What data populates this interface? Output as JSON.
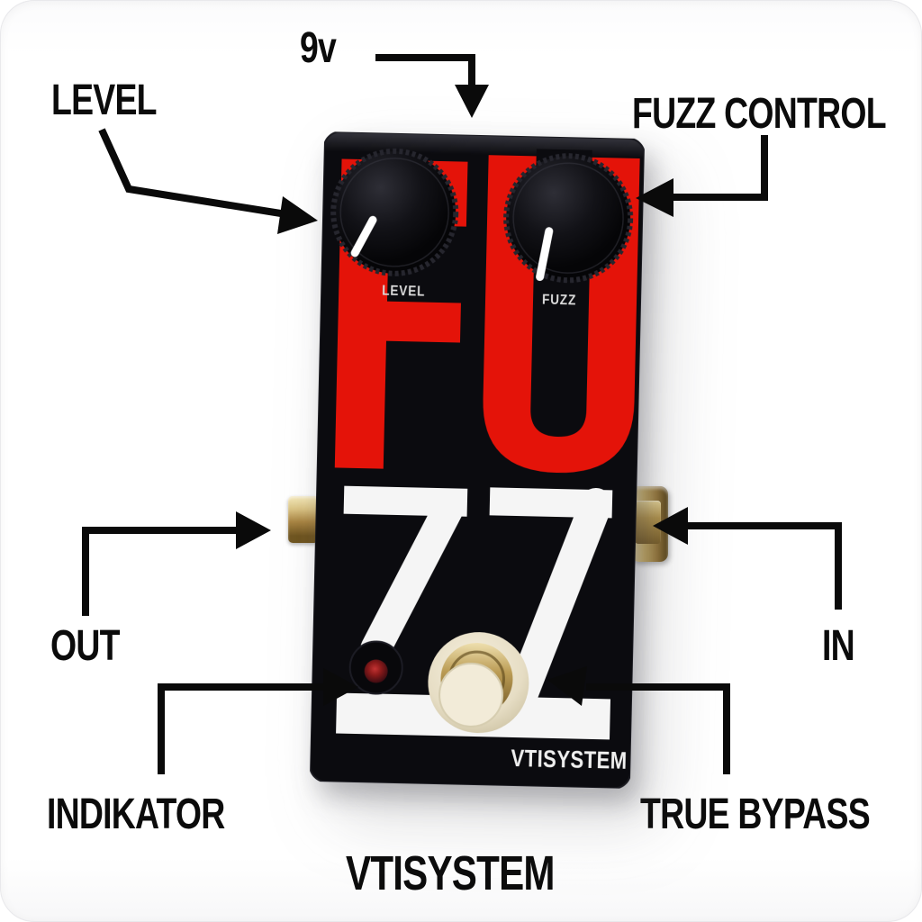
{
  "annotations": {
    "power": "9v",
    "level": "LEVEL",
    "fuzz_control": "FUZZ CONTROL",
    "out": "OUT",
    "in": "IN",
    "indicator": "INDIKATOR",
    "true_bypass": "TRUE BYPASS",
    "brand_caption": "VTISYSTEM"
  },
  "pedal": {
    "logo_text": "FUZZ",
    "knob_level_label": "LEVEL",
    "knob_fuzz_label": "FUZZ",
    "brand": "VTISYSTEM",
    "colors": {
      "body": "#0b0b0f",
      "logo_red": "#e41309",
      "logo_white": "#f5f5f5",
      "led": "#8b1a1a",
      "brass": "#c9ab66",
      "footswitch": "#efe8d6",
      "annotation_text": "#0b0b0b"
    }
  }
}
